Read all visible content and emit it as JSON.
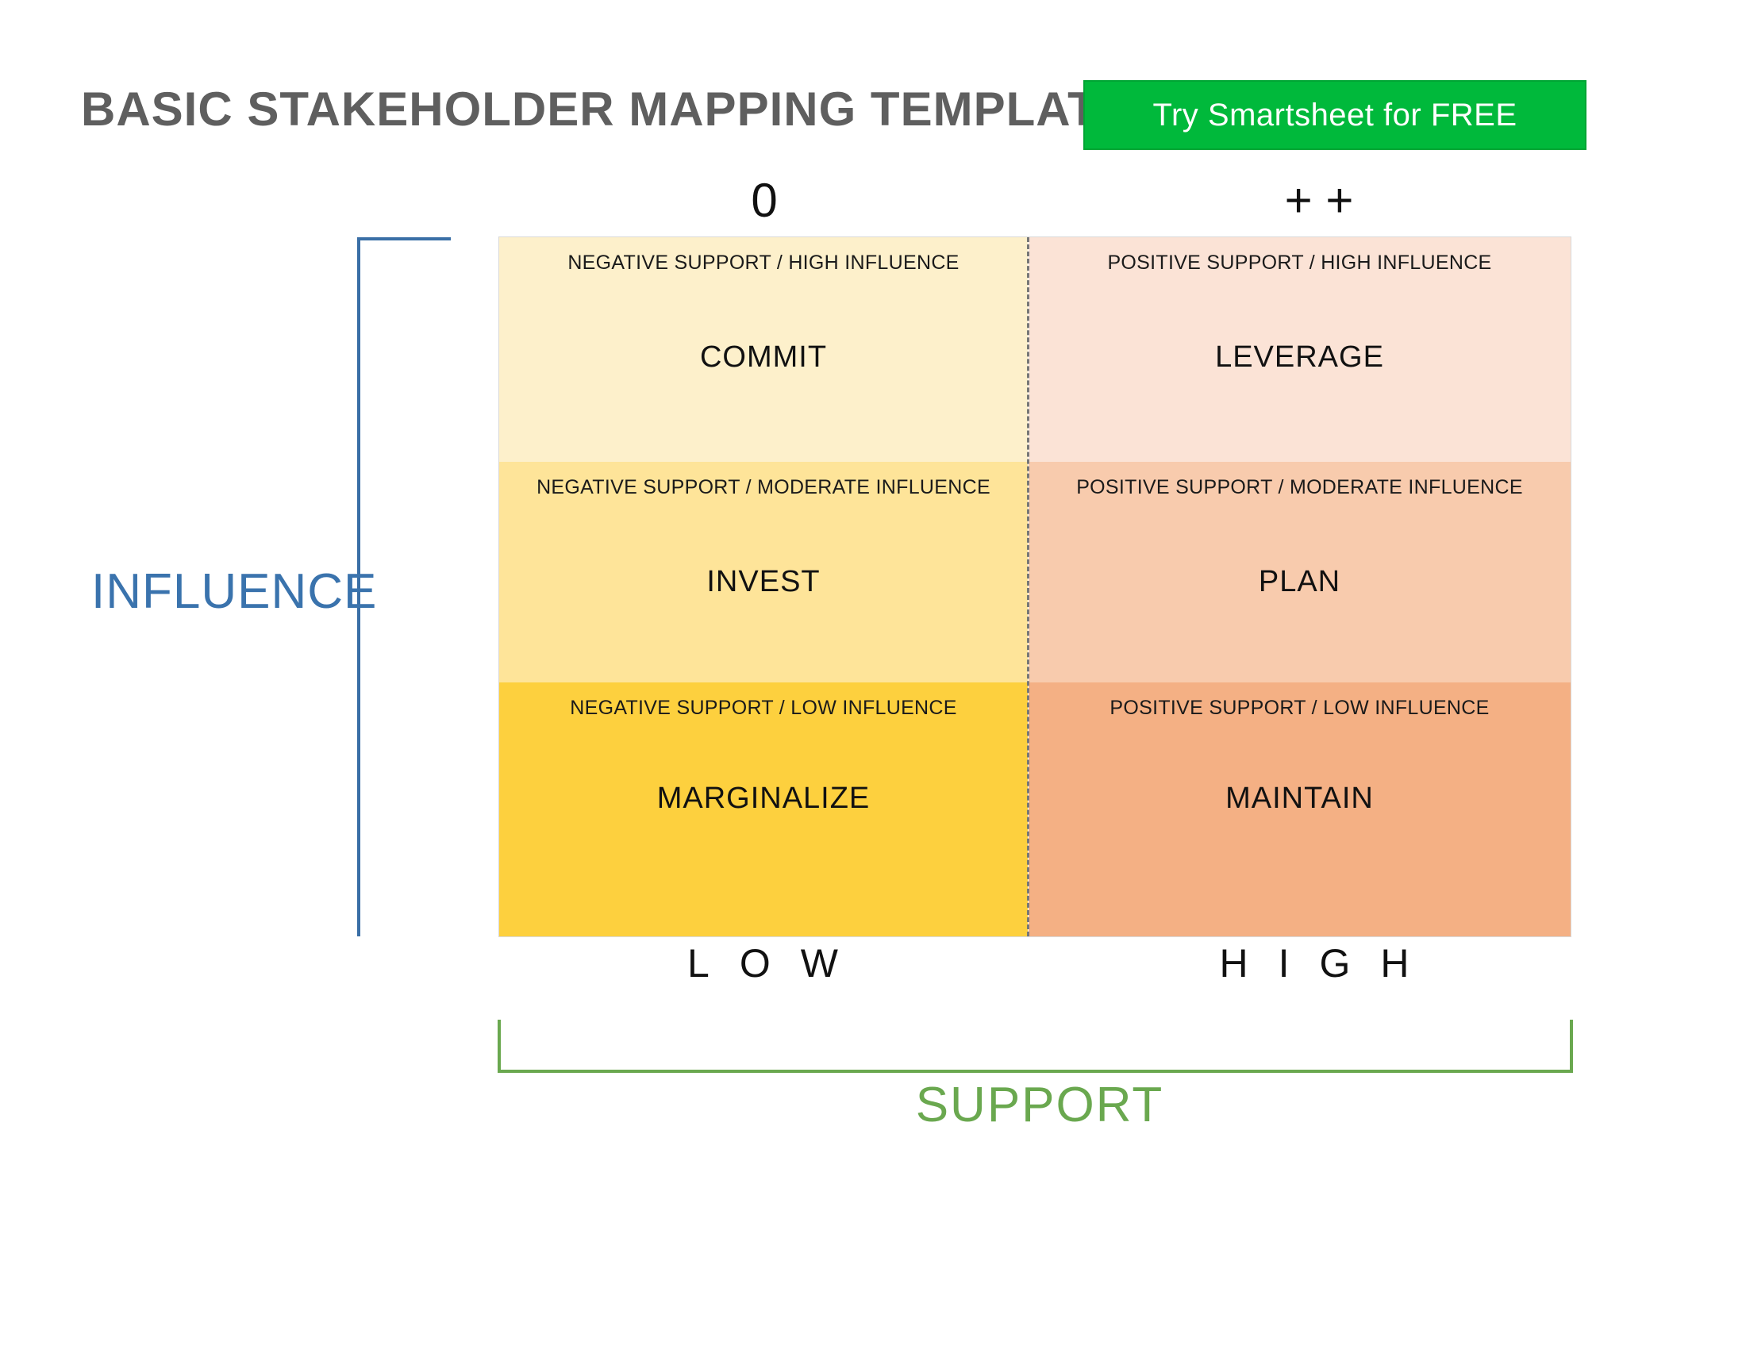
{
  "header": {
    "title": "BASIC STAKEHOLDER MAPPING TEMPLATE",
    "cta_label": "Try Smartsheet for FREE"
  },
  "axes": {
    "top_left": "0",
    "top_right": "+ +",
    "bottom_left": "LOW",
    "bottom_right": "HIGH",
    "y_label": "INFLUENCE",
    "x_label": "SUPPORT"
  },
  "quadrants": [
    {
      "subtitle": "NEGATIVE SUPPORT / HIGH INFLUENCE",
      "label": "COMMIT",
      "color": "#fdf0cb"
    },
    {
      "subtitle": "POSITIVE SUPPORT / HIGH INFLUENCE",
      "label": "LEVERAGE",
      "color": "#fbe3d6"
    },
    {
      "subtitle": "NEGATIVE SUPPORT / MODERATE INFLUENCE",
      "label": "INVEST",
      "color": "#fee499"
    },
    {
      "subtitle": "POSITIVE SUPPORT / MODERATE INFLUENCE",
      "label": "PLAN",
      "color": "#f8cbad"
    },
    {
      "subtitle": "NEGATIVE SUPPORT / LOW INFLUENCE",
      "label": "MARGINALIZE",
      "color": "#fdd03e"
    },
    {
      "subtitle": "POSITIVE SUPPORT / LOW INFLUENCE",
      "label": "MAINTAIN",
      "color": "#f4b084"
    }
  ],
  "colors": {
    "cta_bg": "#00b93b",
    "influence_accent": "#3a73ad",
    "support_accent": "#6aa84f"
  }
}
